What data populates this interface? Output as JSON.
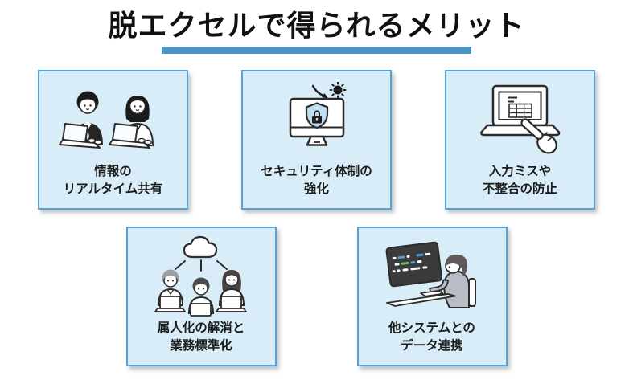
{
  "page": {
    "title": "脱エクセルで得られるメリット"
  },
  "colors": {
    "accent_bar": "#4a94c8",
    "card_background": "#d9edf8",
    "card_border": "#55a3d6",
    "title_text": "#111111",
    "label_text": "#1c1c1c",
    "illustration_outline": "#2b2b2b",
    "shield_fill": "#bfe0f2",
    "code_screen_dark": "#3b3b3b",
    "code_blue": "#5b9bd5",
    "code_green": "#6abf69",
    "tie_blue": "#3f7fc1",
    "jacket_gray": "#b8bdc6"
  },
  "cards": [
    {
      "id": "realtime-sharing",
      "label": "情報の\nリアルタイム共有",
      "icon": "two-people-laptops-icon"
    },
    {
      "id": "security",
      "label": "セキュリティ体制の\n強化",
      "icon": "shield-monitor-icon"
    },
    {
      "id": "error-prevention",
      "label": "入力ミスや\n不整合の防止",
      "icon": "laptop-pointer-hand-icon"
    },
    {
      "id": "standardization",
      "label": "属人化の解消と\n業務標準化",
      "icon": "cloud-team-icon"
    },
    {
      "id": "data-integration",
      "label": "他システムとの\nデータ連携",
      "icon": "coding-person-icon"
    }
  ]
}
